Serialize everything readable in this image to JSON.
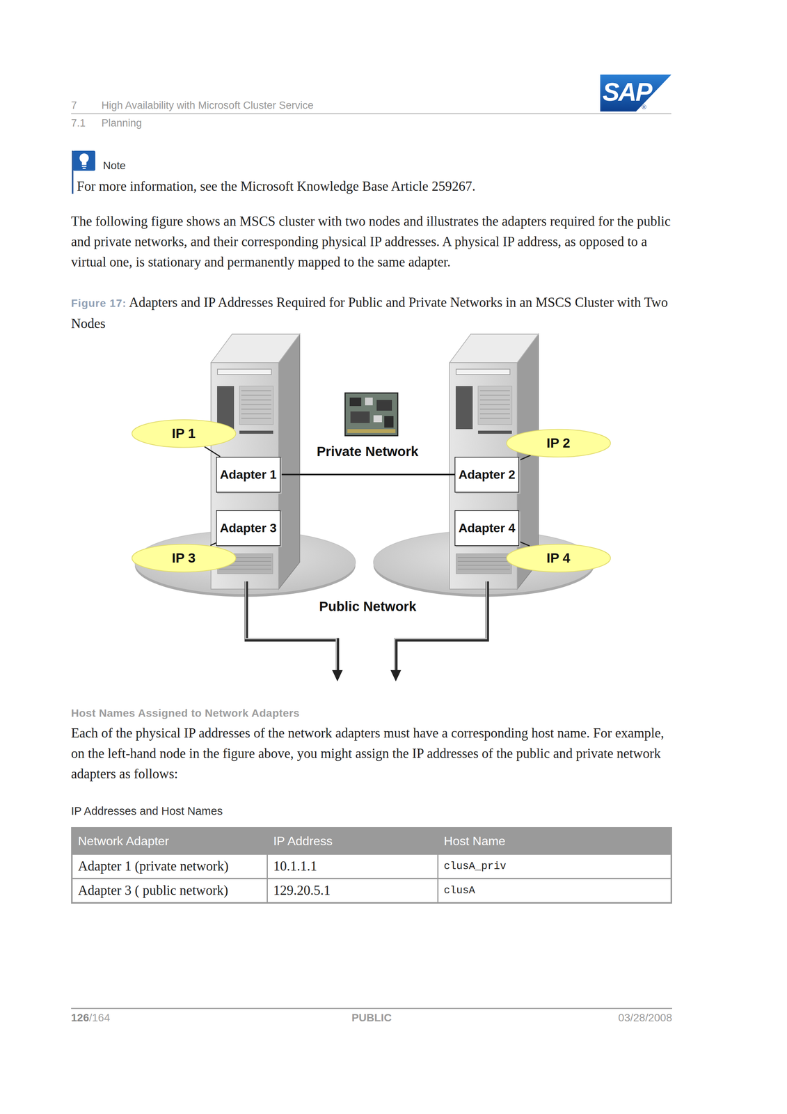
{
  "diagram": {
    "caption": "Adapters and IP Addresses Required for Public and Private Networks in an MSCS Cluster with Two Nodes",
    "nodes": [
      {
        "text": [
          "IP 1"
        ]
      },
      {
        "text": [
          "IP 2"
        ]
      },
      {
        "text": [
          "Adapter 1"
        ]
      },
      {
        "text": [
          "Adapter 2"
        ]
      },
      {
        "text": [
          "Adapter 3"
        ]
      },
      {
        "text": [
          "Adapter 4"
        ]
      },
      {
        "text": [
          "IP 3"
        ]
      },
      {
        "text": [
          "IP 4"
        ]
      }
    ],
    "edges": [
      {
        "from": 0,
        "to": 2,
        "arrow": "none"
      },
      {
        "from": 1,
        "to": 3,
        "arrow": "none"
      },
      {
        "from": 2,
        "to": 3,
        "label": "Private Network",
        "arrow": "none"
      },
      {
        "from": 6,
        "to": 4,
        "arrow": "none"
      },
      {
        "from": 7,
        "to": 5,
        "arrow": "none"
      }
    ],
    "labels": [
      "7",
      "High Availability with Microsoft Cluster Service",
      "7.1",
      "Planning",
      "SAP",
      "®",
      "Note",
      "For more information, see the Microsoft Knowledge Base Article 259267.",
      "The following figure shows an MSCS cluster with two nodes and illustrates the adapters required for the public and private networks, and their corresponding physical IP addresses. A physical IP address, as opposed to a virtual one, is stationary and permanently mapped to the same adapter.",
      "Figure 17:",
      "Public Network",
      "Host Names Assigned to Network Adapters",
      "Each of the physical IP addresses of the network adapters must have a corresponding host name. For example, on the left-hand node in the figure above, you might assign the IP addresses of the public and private network adapters as follows:",
      "IP Addresses and Host Names",
      "Network Adapter",
      "IP Address",
      "Host Name",
      "Adapter 1 (private network)",
      "10.1.1.1",
      "clusA_priv",
      "Adapter 3 ( public network)",
      "129.20.5.1",
      "clusA",
      "126",
      "/164",
      "PUBLIC",
      "03/28/2008"
    ]
  }
}
